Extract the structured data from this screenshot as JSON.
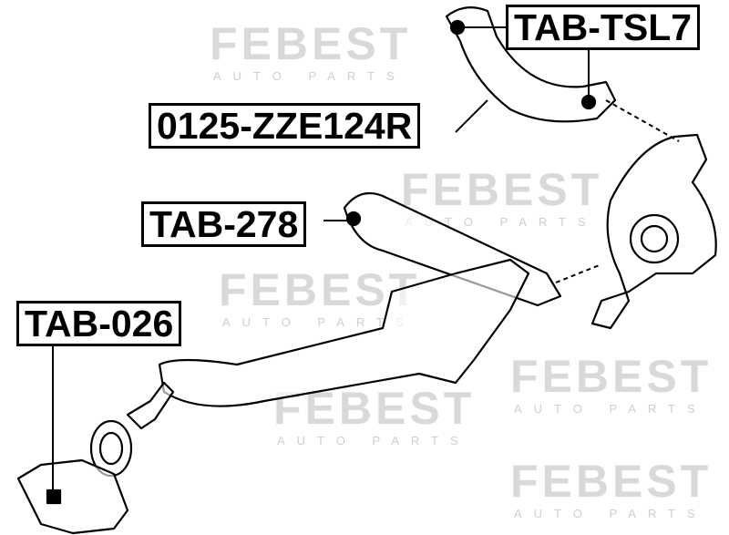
{
  "watermark": {
    "brand": "FEBEST",
    "sub": "AUTO PARTS"
  },
  "labels": {
    "tab_tsl7": "TAB-TSL7",
    "zze124r": "0125-ZZE124R",
    "tab_278": "TAB-278",
    "tab_026": "TAB-026"
  }
}
